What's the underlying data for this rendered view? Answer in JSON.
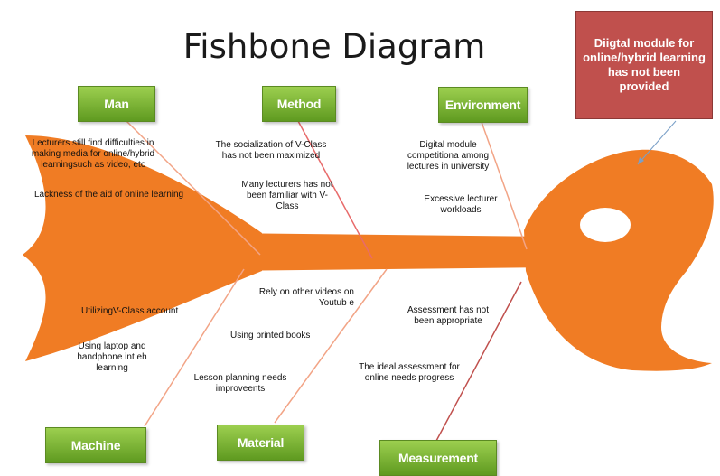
{
  "title": "Fishbone Diagram",
  "problem": "Diigtal module for online/hybrid learning has not been provided",
  "categories": {
    "man": "Man",
    "method": "Method",
    "environment": "Environment",
    "machine": "Machine",
    "material": "Material",
    "measurement": "Measurement"
  },
  "causes": {
    "man_1": "Lecturers still find difficulties in making media for online/hybrid learningsuch as video, etc",
    "man_2": "Lackness of the aid of online learning",
    "method_1": "The socialization of V-Class has not been maximized",
    "method_2": "Many lecturers has not been familiar with V-Class",
    "environment_1": "Digital module competitiona among lectures in university",
    "environment_2": "Excessive lecturer workloads",
    "machine_1": "UtilizingV-Class account",
    "machine_2": "Using laptop and handphone int eh learning",
    "material_1": "Rely on other videos on Youtub e",
    "material_2": "Using printed books",
    "material_3": "Lesson planning needs improveents",
    "measurement_1": "Assessment has not been appropriate",
    "measurement_2": "The ideal assessment for online needs progress"
  },
  "colors": {
    "fish": "#f07c24",
    "bone_line": "#f2a486",
    "measurement_line": "#c0504d",
    "category_box": "#7ab640",
    "problem_box": "#c0504d",
    "arrow": "#7aa0c8"
  }
}
